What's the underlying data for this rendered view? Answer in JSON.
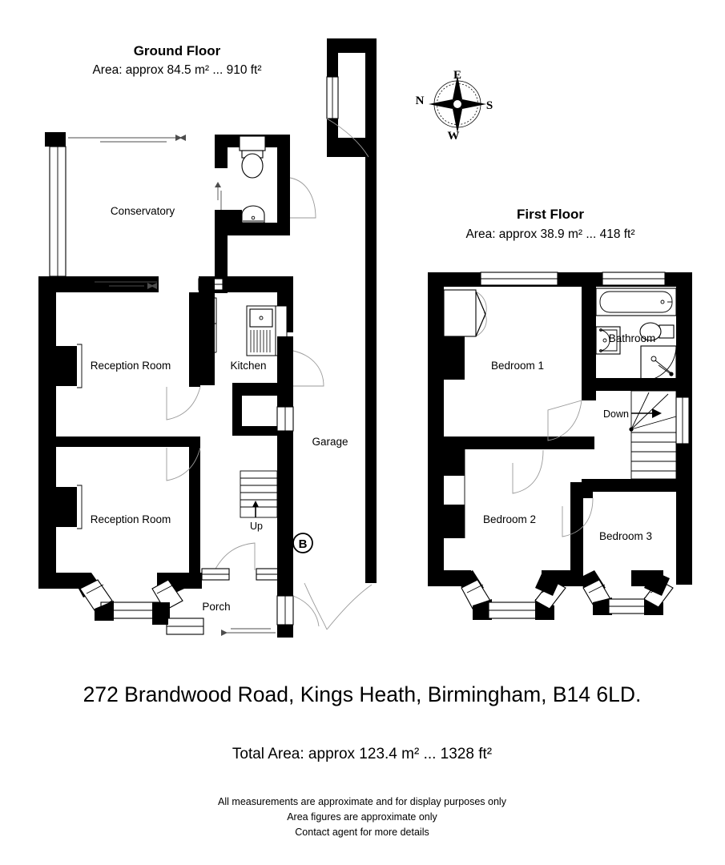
{
  "document": {
    "type": "property-floorplan",
    "background_color": "#ffffff",
    "ink_color": "#000000"
  },
  "ground_floor": {
    "title": "Ground Floor",
    "area_text": "Area: approx 84.5 m² ... 910 ft²",
    "area_metric": "84.5 m²",
    "area_imperial": "910 ft²",
    "rooms": [
      {
        "label": "Conservatory"
      },
      {
        "label": "Reception Room"
      },
      {
        "label": "Kitchen"
      },
      {
        "label": "Reception Room"
      },
      {
        "label": "Garage"
      },
      {
        "label": "Porch"
      }
    ],
    "stair_label": "Up",
    "badge_label": "B"
  },
  "first_floor": {
    "title": "First Floor",
    "area_text": "Area: approx 38.9 m² ... 418 ft²",
    "area_metric": "38.9 m²",
    "area_imperial": "418 ft²",
    "rooms": [
      {
        "label": "Bedroom 1"
      },
      {
        "label": "Bathroom"
      },
      {
        "label": "Bedroom 2"
      },
      {
        "label": "Bedroom 3"
      }
    ],
    "stair_label": "Down"
  },
  "compass": {
    "top": "E",
    "left": "N",
    "right": "S",
    "bottom": "W"
  },
  "footer": {
    "address": "272 Brandwood Road, Kings Heath, Birmingham, B14 6LD.",
    "total_area": "Total Area: approx 123.4 m² ... 1328 ft²",
    "total_metric": "123.4 m²",
    "total_imperial": "1328 ft²",
    "disclaimer_line_1": "All measurements are approximate and for display purposes only",
    "disclaimer_line_2": "Area figures are approximate only",
    "disclaimer_line_3": "Contact agent for more details"
  }
}
